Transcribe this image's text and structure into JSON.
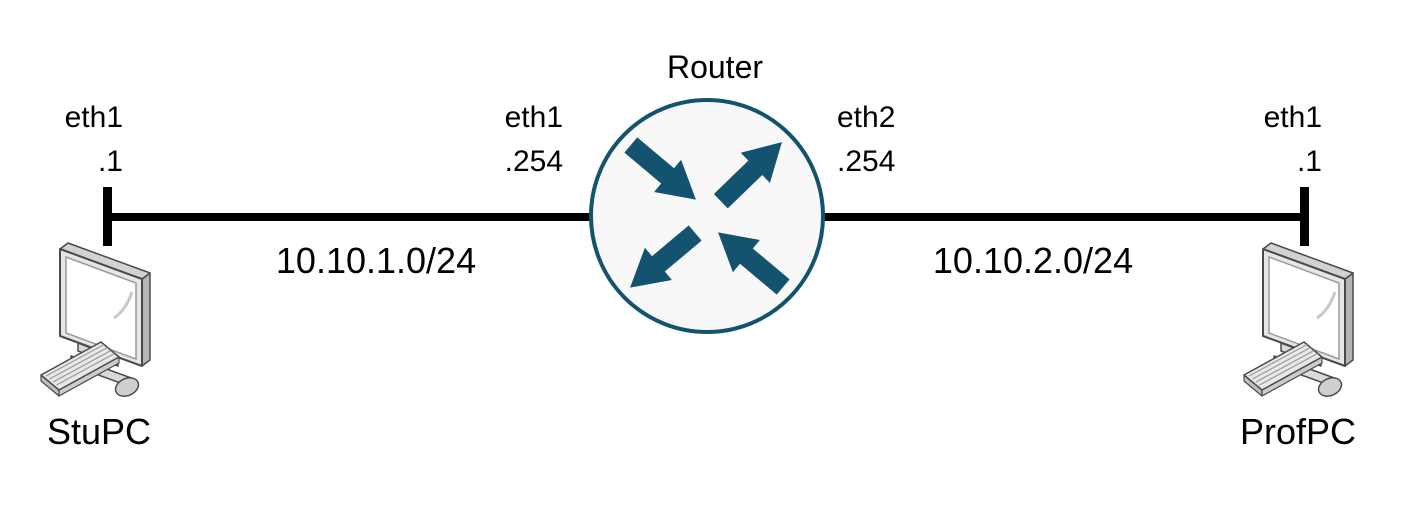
{
  "router": {
    "label": "Router",
    "left_interface": {
      "name": "eth1",
      "address": ".254"
    },
    "right_interface": {
      "name": "eth2",
      "address": ".254"
    }
  },
  "left_host": {
    "name": "StuPC",
    "interface": {
      "name": "eth1",
      "address": ".1"
    }
  },
  "right_host": {
    "name": "ProfPC",
    "interface": {
      "name": "eth1",
      "address": ".1"
    }
  },
  "left_link": {
    "subnet": "10.10.1.0/24"
  },
  "right_link": {
    "subnet": "10.10.2.0/24"
  },
  "icons": {
    "router": "router-icon",
    "left_host": "desktop-pc-icon",
    "right_host": "desktop-pc-icon"
  },
  "colors": {
    "accent": "#14536F",
    "router_fill": "#F8F8F8",
    "line": "#000000",
    "background": "#FFFFFF"
  }
}
